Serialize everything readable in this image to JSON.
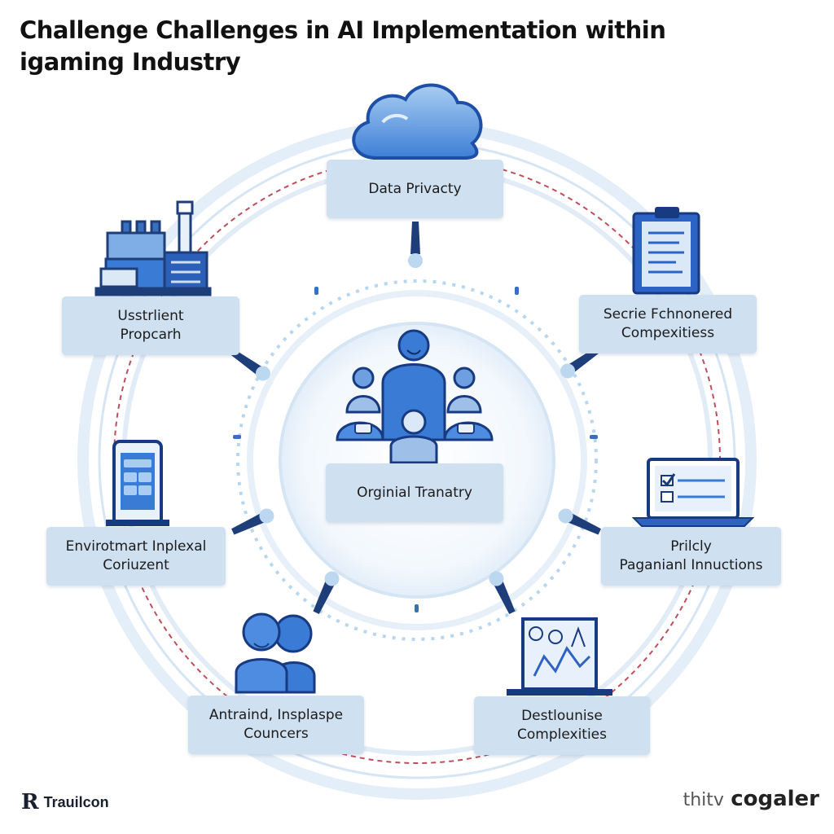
{
  "title": {
    "line1": "Challenge Challenges in AI Implementation within",
    "line2": "igaming Industry"
  },
  "nodes": {
    "top": {
      "line1": "Data Privacty"
    },
    "top_left": {
      "line1": "Usstrlient",
      "line2": "Propcarh"
    },
    "top_right": {
      "line1": "Secrie Fchnonered",
      "line2": "Compexitiess"
    },
    "mid_left": {
      "line1": "Envirotmart Inplexal",
      "line2": "Coriuzent"
    },
    "mid_right": {
      "line1": "Prilcly",
      "line2": "Paganianl Innuctions"
    },
    "bottom_left": {
      "line1": "Antraind, Insplaspe",
      "line2": "Councers"
    },
    "bottom_right": {
      "line1": "Destlounise",
      "line2": "Complexities"
    },
    "center": {
      "line1": "Orginial Tranatry"
    }
  },
  "icons": {
    "top": "cloud-icon",
    "top_left": "factory-icon",
    "top_right": "clipboard-icon",
    "mid_left": "smartphone-icon",
    "mid_right": "laptop-checklist-icon",
    "bottom_left": "people-icon",
    "bottom_right": "monitor-chart-icon",
    "center": "team-robots-icon"
  },
  "footer": {
    "left_logo": "R",
    "left_name": "Trauilcon",
    "right_pre": "thitv",
    "right_post": "cogaler"
  },
  "colors": {
    "accent": "#3a7bd5",
    "dark_blue": "#1e4fa8",
    "box_fill": "#cfe0f1",
    "dashed_red": "#b03040",
    "ring": "#d7e6f5"
  }
}
